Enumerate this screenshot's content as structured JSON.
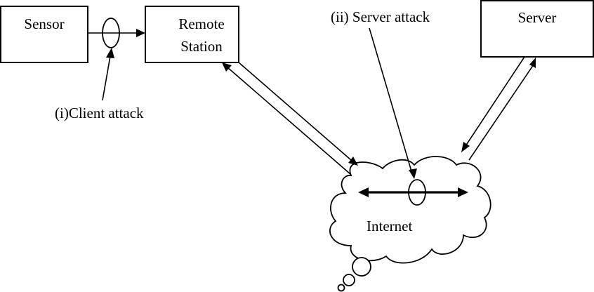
{
  "diagram": {
    "nodes": {
      "sensor": {
        "label": "Sensor"
      },
      "remote_station": {
        "line1": "Remote",
        "line2": "Station"
      },
      "server": {
        "label": "Server"
      },
      "internet": {
        "label": "Internet"
      }
    },
    "annotations": {
      "client_attack": "(i)Client attack",
      "server_attack": "(ii) Server attack"
    },
    "edges": [
      {
        "from": "Sensor",
        "to": "Remote Station",
        "type": "one-way",
        "intercept": "client attack"
      },
      {
        "from": "Remote Station",
        "to": "Internet",
        "type": "bidirectional-pair"
      },
      {
        "from": "Server",
        "to": "Internet",
        "type": "bidirectional-pair"
      },
      {
        "from": "Internet",
        "to": "Internet",
        "type": "double-headed",
        "intercept": "server attack"
      }
    ]
  }
}
